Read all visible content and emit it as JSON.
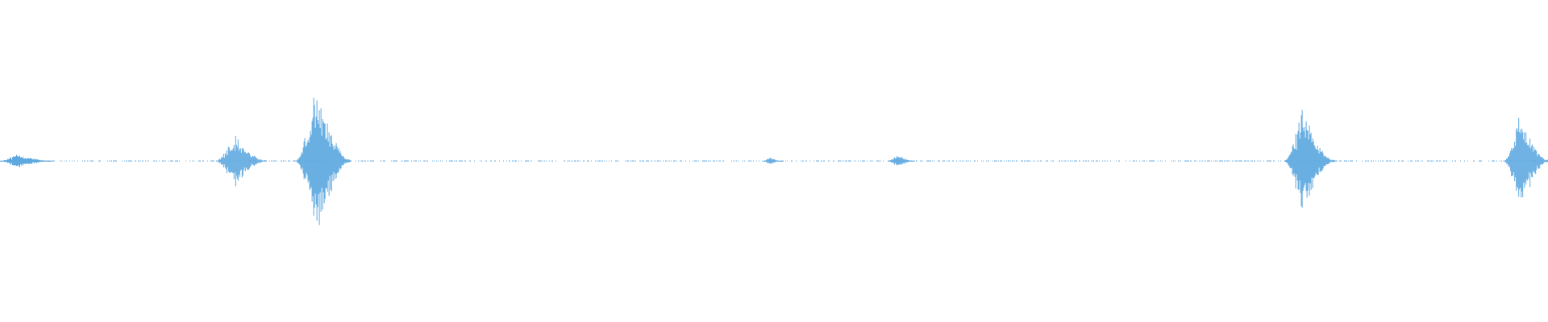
{
  "waveform": {
    "color": "#5ea8e0",
    "background": "#ffffff",
    "segments": [
      {
        "start": 0.0,
        "end": 0.033,
        "amp": 0.1
      },
      {
        "start": 0.14,
        "end": 0.172,
        "amp": 0.35
      },
      {
        "start": 0.192,
        "end": 0.226,
        "amp": 1.0
      },
      {
        "start": 0.493,
        "end": 0.505,
        "amp": 0.05
      },
      {
        "start": 0.574,
        "end": 0.59,
        "amp": 0.09
      },
      {
        "start": 0.83,
        "end": 0.862,
        "amp": 0.68
      },
      {
        "start": 0.972,
        "end": 1.0,
        "amp": 0.67
      }
    ]
  }
}
